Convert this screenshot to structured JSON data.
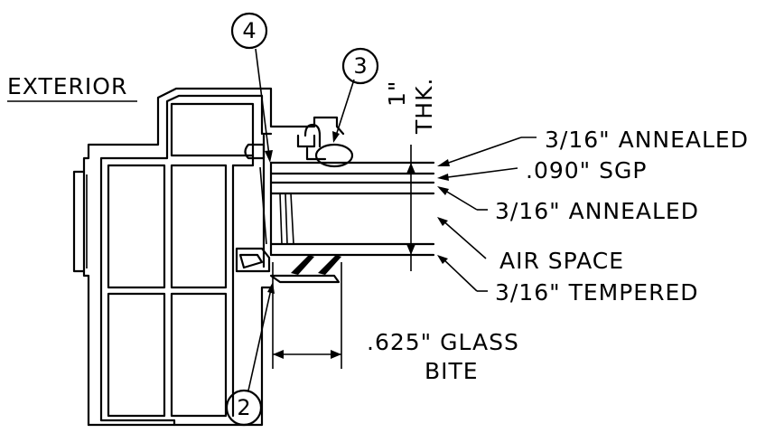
{
  "labels": {
    "exterior": "EXTERIOR",
    "thickness_value": "1\"",
    "thickness_unit": "THK.",
    "pane_outer": "3/16\" ANNEALED",
    "interlayer": ".090\" SGP",
    "pane_inner": "3/16\" ANNEALED",
    "air_space": "AIR SPACE",
    "pane_tempered": "3/16\" TEMPERED",
    "glass_bite_value": ".625\" GLASS",
    "glass_bite_word": "BITE"
  },
  "callouts": {
    "c2": "2",
    "c3": "3",
    "c4": "4"
  }
}
